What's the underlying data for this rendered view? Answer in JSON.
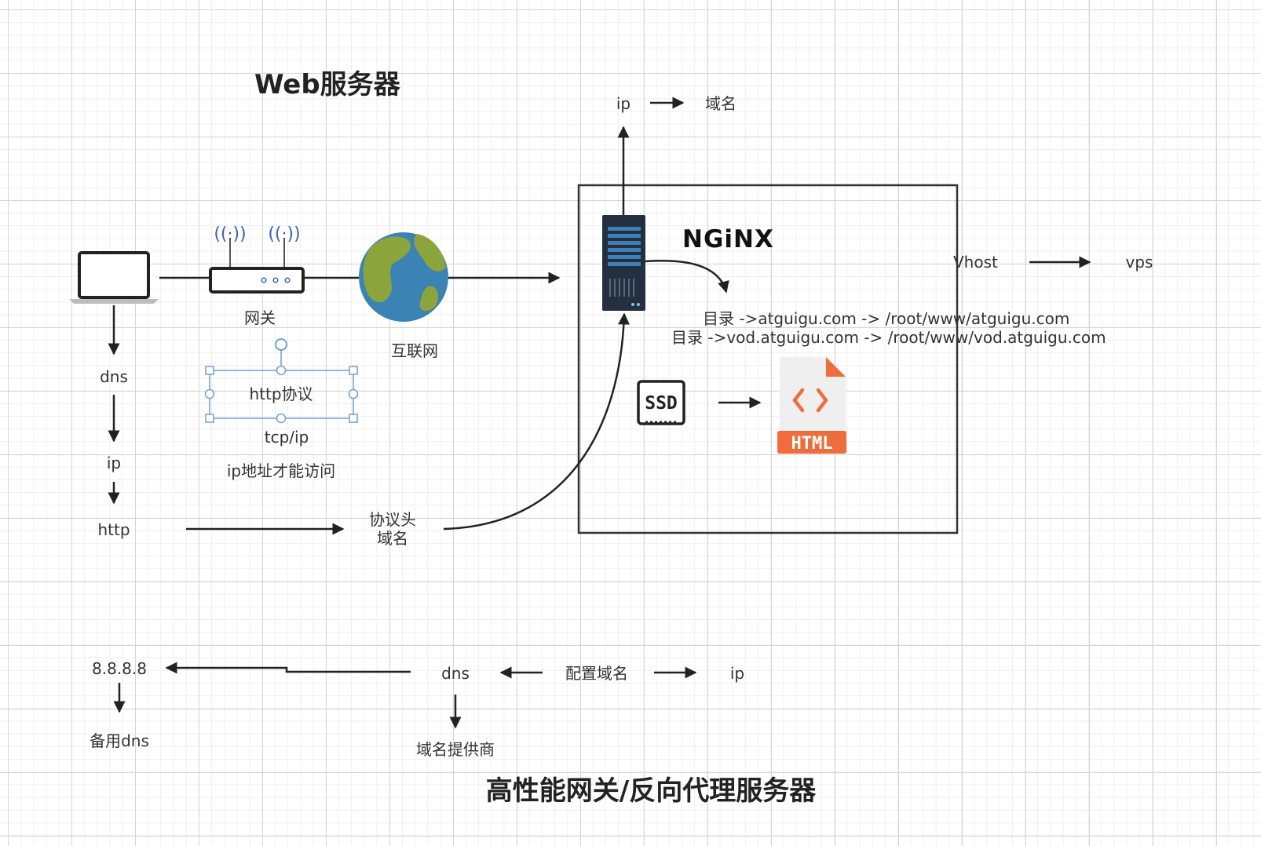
{
  "titles": {
    "web_server": "Web服务器",
    "bottom": "高性能网关/反向代理服务器"
  },
  "nodes": {
    "gateway": "网关",
    "internet": "互联网",
    "nginx": "NGiNX",
    "dns": "dns",
    "ip": "ip",
    "http": "http",
    "http_protocol": "http协议",
    "tcp_ip": "tcp/ip",
    "ip_access": "ip地址才能访问",
    "header_line1": "协议头",
    "header_line2": "域名",
    "top_ip": "ip",
    "top_domain": "域名",
    "vhost": "Vhost",
    "vps": "vps",
    "dir1": "目录 ->atguigu.com -> /root/www/atguigu.com",
    "dir2": "目录 ->vod.atguigu.com -> /root/www/vod.atguigu.com",
    "ssd_text": "SSD",
    "html_badge": "HTML"
  },
  "bottom_flow": {
    "public_dns": "8.8.8.8",
    "backup_dns": "备用dns",
    "dns": "dns",
    "config_domain": "配置域名",
    "ip": "ip",
    "provider": "域名提供商"
  },
  "colors": {
    "globe_water": "#3b82b5",
    "globe_land": "#8ba53c",
    "html_orange": "#ef6c3c",
    "server_dark": "#24303f",
    "server_stripe": "#3d7fb8",
    "selection_blue": "#6ea0d6"
  }
}
